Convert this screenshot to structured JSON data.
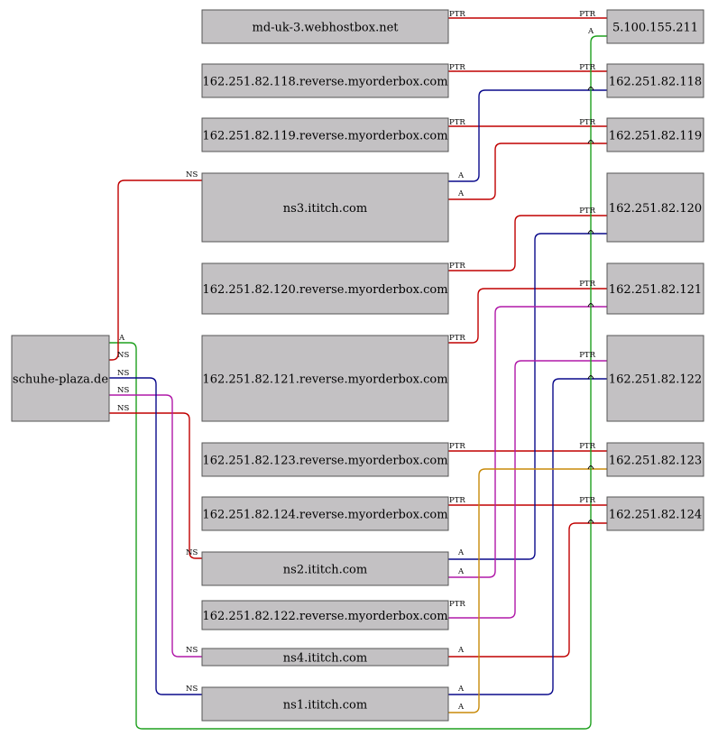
{
  "colors": {
    "node_fill": "#c3c1c3",
    "red": "#c00000",
    "blue": "#0a0a8c",
    "green": "#1ea01e",
    "magenta": "#b018a8",
    "orange": "#c88a08"
  },
  "nodes": [
    {
      "id": "md-uk-3",
      "label": "md-uk-3.webhostbox.net"
    },
    {
      "id": "r118",
      "label": "162.251.82.118.reverse.myorderbox.com"
    },
    {
      "id": "r119",
      "label": "162.251.82.119.reverse.myorderbox.com"
    },
    {
      "id": "ns3",
      "label": "ns3.ititch.com"
    },
    {
      "id": "r120",
      "label": "162.251.82.120.reverse.myorderbox.com"
    },
    {
      "id": "r121",
      "label": "162.251.82.121.reverse.myorderbox.com"
    },
    {
      "id": "r123",
      "label": "162.251.82.123.reverse.myorderbox.com"
    },
    {
      "id": "r124",
      "label": "162.251.82.124.reverse.myorderbox.com"
    },
    {
      "id": "ns2",
      "label": "ns2.ititch.com"
    },
    {
      "id": "r122",
      "label": "162.251.82.122.reverse.myorderbox.com"
    },
    {
      "id": "ns4",
      "label": "ns4.ititch.com"
    },
    {
      "id": "ns1",
      "label": "ns1.ititch.com"
    },
    {
      "id": "domain",
      "label": "schuhe-plaza.de"
    },
    {
      "id": "ip5",
      "label": "5.100.155.211"
    },
    {
      "id": "ip118",
      "label": "162.251.82.118"
    },
    {
      "id": "ip119",
      "label": "162.251.82.119"
    },
    {
      "id": "ip120",
      "label": "162.251.82.120"
    },
    {
      "id": "ip121",
      "label": "162.251.82.121"
    },
    {
      "id": "ip122",
      "label": "162.251.82.122"
    },
    {
      "id": "ip123",
      "label": "162.251.82.123"
    },
    {
      "id": "ip124",
      "label": "162.251.82.124"
    }
  ],
  "edges": [
    {
      "from": "md-uk-3",
      "to": "ip5",
      "type": "PTR"
    },
    {
      "from": "r118",
      "to": "ip118",
      "type": "PTR"
    },
    {
      "from": "r119",
      "to": "ip119",
      "type": "PTR"
    },
    {
      "from": "ns3",
      "to": "ip118",
      "type": "A"
    },
    {
      "from": "ns3",
      "to": "ip119",
      "type": "A"
    },
    {
      "from": "r120",
      "to": "ip120",
      "type": "PTR"
    },
    {
      "from": "r121",
      "to": "ip121",
      "type": "PTR"
    },
    {
      "from": "r123",
      "to": "ip123",
      "type": "PTR"
    },
    {
      "from": "r124",
      "to": "ip124",
      "type": "PTR"
    },
    {
      "from": "ns2",
      "to": "ip120",
      "type": "A"
    },
    {
      "from": "ns2",
      "to": "ip121",
      "type": "A"
    },
    {
      "from": "r122",
      "to": "ip122",
      "type": "PTR"
    },
    {
      "from": "ns4",
      "to": "ip124",
      "type": "A"
    },
    {
      "from": "ns1",
      "to": "ip122",
      "type": "A"
    },
    {
      "from": "ns1",
      "to": "ip123",
      "type": "A"
    },
    {
      "from": "domain",
      "to": "ip5",
      "type": "A"
    },
    {
      "from": "domain",
      "to": "ns3",
      "type": "NS"
    },
    {
      "from": "domain",
      "to": "ns2",
      "type": "NS"
    },
    {
      "from": "domain",
      "to": "ns4",
      "type": "NS"
    },
    {
      "from": "domain",
      "to": "ns1",
      "type": "NS"
    }
  ]
}
